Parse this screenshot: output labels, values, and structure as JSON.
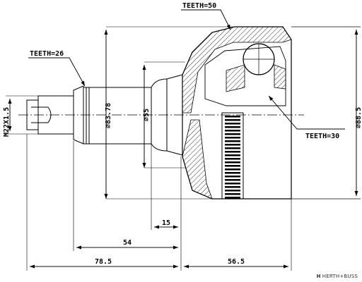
{
  "annotations": {
    "teeth_top": "TEETH=50",
    "teeth_left": "TEETH=26",
    "teeth_right": "TEETH=30"
  },
  "dimensions": {
    "thread": "M22X1.5",
    "dia_shaft": "⌀83.78",
    "dia_neck": "⌀55",
    "dia_outer": "⌀88.5",
    "len_15": "15",
    "len_54": "54",
    "len_78_5": "78.5",
    "len_56_5": "56.5"
  },
  "brand": {
    "mark": "H",
    "name": "HERTH+BUSS"
  }
}
